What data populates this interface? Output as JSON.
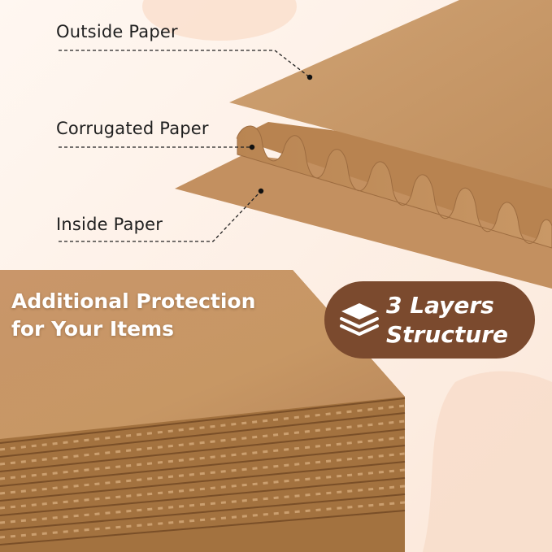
{
  "labels": {
    "outside": "Outside Paper",
    "corrugated": "Corrugated Paper",
    "inside": "Inside Paper"
  },
  "headline": {
    "line1": "Additional Protection",
    "line2": "for Your Items"
  },
  "badge": {
    "icon": "layers-icon",
    "line1": "3 Layers",
    "line2": "Structure"
  },
  "colors": {
    "background": "#fdf3ec",
    "kraft": "#c79a68",
    "kraft_dark": "#a9784a",
    "badge": "#7b4a2e",
    "text": "#1f1f1f"
  }
}
